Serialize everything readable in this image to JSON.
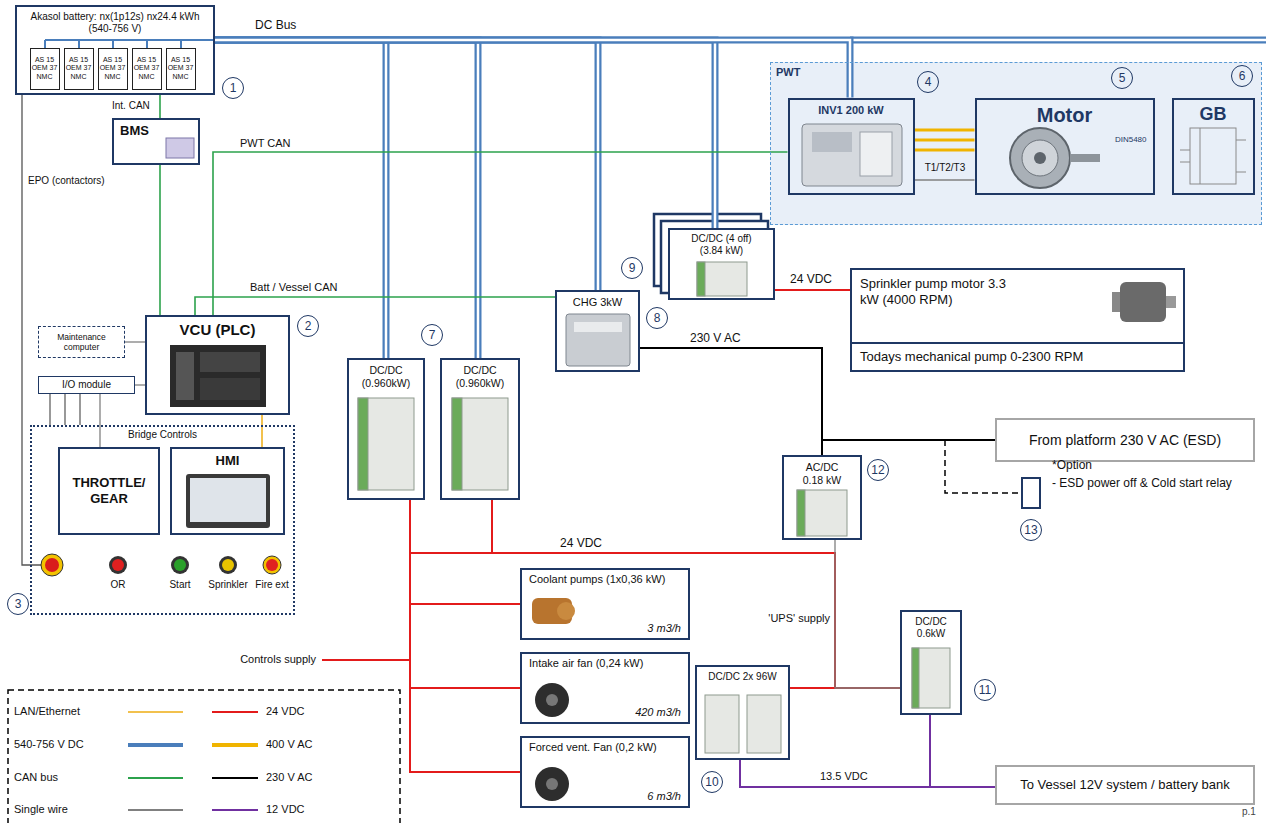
{
  "diagram": {
    "nodes": [
      {
        "text": [
          "Akasol battery: nx(1p12s) nx24.4 kWh (540-756 V)"
        ]
      },
      {
        "text": [
          "AS 15 OEM 37 NMC"
        ],
        "in": 0
      },
      {
        "text": [
          "AS 15 OEM 37 NMC"
        ],
        "in": 0
      },
      {
        "text": [
          "AS 15 OEM 37 NMC"
        ],
        "in": 0
      },
      {
        "text": [
          "AS 15 OEM 37 NMC"
        ],
        "in": 0
      },
      {
        "text": [
          "AS 15 OEM 37 NMC"
        ],
        "in": 0
      },
      {
        "text": [
          "PWT"
        ]
      },
      {
        "text": [
          "INV1 200 kW"
        ],
        "in": 6
      },
      {
        "text": [
          "Motor",
          "DIN5480"
        ],
        "in": 6
      },
      {
        "text": [
          "GB"
        ],
        "in": 6
      },
      {
        "text": [
          "DC/DC (4 off) (3.84 kW)"
        ]
      },
      {
        "text": [
          "BMS"
        ]
      },
      {
        "text": [
          "Sprinkler pump motor 3.3 kW (4000 RPM)",
          "Todays mechanical pump 0-2300 RPM"
        ]
      },
      {
        "text": [
          "CHG 3kW"
        ]
      },
      {
        "text": [
          "Maintenance computer"
        ]
      },
      {
        "text": [
          "VCU (PLC)"
        ]
      },
      {
        "text": [
          "DC/DC (0.960kW)"
        ]
      },
      {
        "text": [
          "DC/DC (0.960kW)"
        ]
      },
      {
        "text": [
          "I/O module"
        ]
      },
      {
        "text": [
          "From platform 230 V AC (ESD)"
        ]
      },
      {
        "text": [
          "Bridge Controls"
        ]
      },
      {
        "text": [
          "THROTTLE/ GEAR"
        ],
        "in": 20
      },
      {
        "text": [
          "HMI"
        ],
        "in": 20
      },
      {
        "text": [
          "AC/DC 0.18 kW"
        ]
      },
      {
        "text": [
          "Coolant pumps (1x0,36 kW)",
          "3 m3/h"
        ]
      },
      {
        "text": [
          "Intake air fan (0,24 kW)",
          "420 m3/h"
        ]
      },
      {
        "text": [
          "DC/DC 0.6kW"
        ]
      },
      {
        "text": [
          "DC/DC 2x 96W"
        ]
      },
      {
        "text": [
          "Forced vent. Fan (0,2 kW)",
          "6 m3/h"
        ]
      },
      {
        "text": [
          "To Vessel 12V system / battery bank"
        ]
      }
    ],
    "edges": [
      {
        "from": 0,
        "to": 16,
        "arrow": "none"
      },
      {
        "from": 0,
        "to": 17,
        "arrow": "none"
      },
      {
        "from": 0,
        "to": 13,
        "arrow": "none"
      },
      {
        "from": 0,
        "to": 10,
        "arrow": "none"
      },
      {
        "from": 0,
        "to": 7,
        "arrow": "none"
      },
      {
        "from": 0,
        "to": 11,
        "label": "Int. CAN",
        "arrow": "none"
      },
      {
        "from": 11,
        "to": 15,
        "arrow": "none"
      },
      {
        "from": 15,
        "to": 7,
        "label": "PWT CAN",
        "arrow": "none"
      },
      {
        "from": 15,
        "to": 13,
        "label": "Batt / Vessel CAN",
        "arrow": "none"
      },
      {
        "from": 15,
        "to": 14,
        "arrow": "none"
      },
      {
        "from": 15,
        "to": 18,
        "arrow": "none"
      },
      {
        "from": 15,
        "to": 22,
        "arrow": "none"
      },
      {
        "from": 18,
        "to": 21,
        "arrow": "none"
      },
      {
        "from": 7,
        "to": 8,
        "arrow": "none"
      },
      {
        "from": 7,
        "to": 8,
        "label": "T1/T2/T3",
        "arrow": "none"
      },
      {
        "from": 10,
        "to": 12,
        "label": "24 VDC",
        "arrow": "none"
      },
      {
        "from": 19,
        "to": 13,
        "label": "230 V AC",
        "arrow": "none"
      },
      {
        "from": 19,
        "to": 23,
        "arrow": "none"
      },
      {
        "from": 16,
        "to": 24,
        "arrow": "none"
      },
      {
        "from": 16,
        "to": 25,
        "arrow": "none"
      },
      {
        "from": 16,
        "to": 28,
        "arrow": "none"
      },
      {
        "from": 17,
        "to": 27,
        "label": "24 VDC",
        "arrow": "none"
      },
      {
        "from": 17,
        "to": 26,
        "arrow": "none"
      },
      {
        "from": 23,
        "to": 26,
        "label": "'UPS' supply",
        "arrow": "none"
      },
      {
        "from": 27,
        "to": 29,
        "label": "13.5 VDC",
        "arrow": "none"
      },
      {
        "from": 26,
        "to": 29,
        "arrow": "none"
      }
    ],
    "labels": [
      "DC Bus",
      "EPO (contactors)",
      "OR",
      "Start",
      "Sprinkler",
      "Fire ext",
      "Controls supply",
      "*Option",
      "- ESD power off & Cold start relay",
      "1",
      "2",
      "3",
      "4",
      "5",
      "6",
      "7",
      "8",
      "9",
      "10",
      "11",
      "12",
      "13",
      "p.1"
    ],
    "legend": [
      {
        "text": "LAN/Ethernet",
        "color": "#f2c14e"
      },
      {
        "text": "540-756 V DC",
        "color": "#4a7ebb"
      },
      {
        "text": "CAN bus",
        "color": "#2ca24c"
      },
      {
        "text": "Single wire",
        "color": "#808080"
      },
      {
        "text": "24 VDC",
        "color": "#e31b1b"
      },
      {
        "text": "400 V AC",
        "color": "#f0b400"
      },
      {
        "text": "230 V AC",
        "color": "#000000"
      },
      {
        "text": "12 VDC",
        "color": "#7030a0"
      }
    ]
  }
}
